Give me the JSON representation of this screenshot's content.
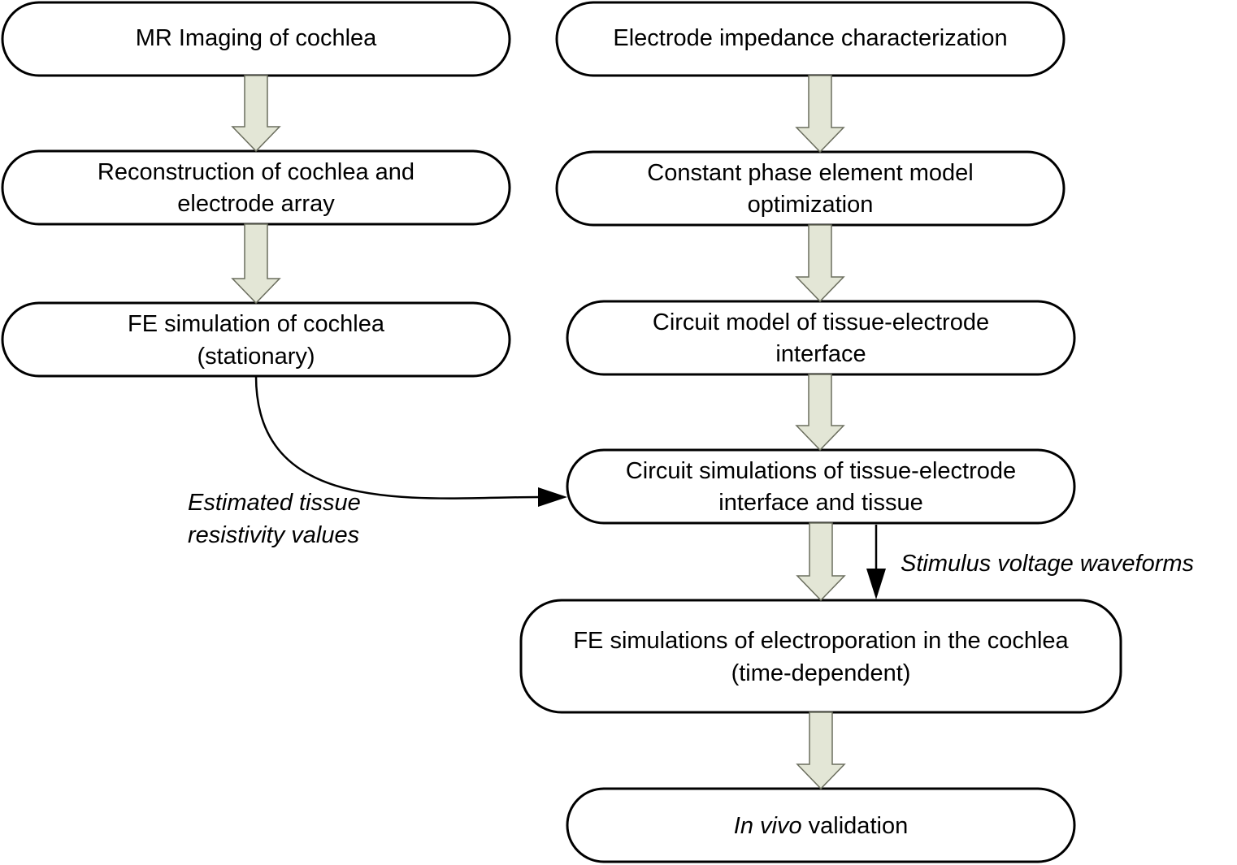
{
  "nodes": {
    "mr_imaging": [
      "MR Imaging of cochlea"
    ],
    "reconstruction": [
      "Reconstruction of cochlea and",
      "electrode array"
    ],
    "fe_stationary": [
      "FE simulation of cochlea",
      "(stationary)"
    ],
    "impedance": [
      "Electrode impedance characterization"
    ],
    "cpe_model": [
      "Constant phase element model",
      "optimization"
    ],
    "circuit_model": [
      "Circuit model of tissue-electrode",
      "interface"
    ],
    "circuit_sim": [
      "Circuit simulations of tissue-electrode",
      "interface and tissue"
    ],
    "fe_electroporation": [
      "FE simulations of electroporation in the cochlea",
      "(time-dependent)"
    ],
    "in_vivo": {
      "italic": "In vivo",
      "rest": " validation"
    }
  },
  "annotations": {
    "resistivity": [
      "Estimated tissue",
      "resistivity values"
    ],
    "stimulus": "Stimulus voltage waveforms"
  },
  "colors": {
    "box_stroke": "#000000",
    "flow_arrow_fill": "#e3e6d6",
    "flow_arrow_stroke": "#6b6e5e"
  }
}
